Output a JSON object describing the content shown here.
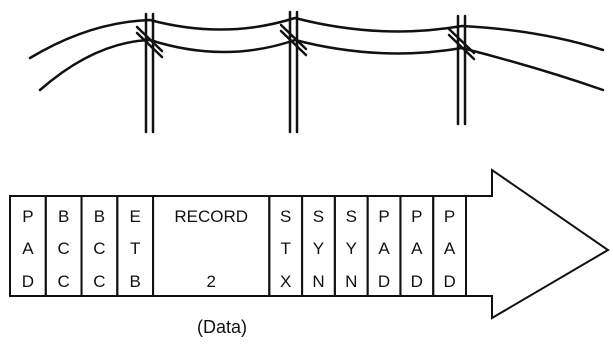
{
  "frame_fields": [
    {
      "id": "pad-1",
      "lines": [
        "P",
        "A",
        "D"
      ]
    },
    {
      "id": "bcc-1",
      "lines": [
        "B",
        "C",
        "C"
      ]
    },
    {
      "id": "bcc-2",
      "lines": [
        "B",
        "C",
        "C"
      ]
    },
    {
      "id": "etb",
      "lines": [
        "E",
        "T",
        "B"
      ]
    },
    {
      "id": "record-2",
      "lines": [
        "RECORD",
        "",
        "2"
      ]
    },
    {
      "id": "stx",
      "lines": [
        "S",
        "T",
        "X"
      ]
    },
    {
      "id": "syn-1",
      "lines": [
        "S",
        "Y",
        "N"
      ]
    },
    {
      "id": "syn-2",
      "lines": [
        "S",
        "Y",
        "N"
      ]
    },
    {
      "id": "pad-2",
      "lines": [
        "P",
        "A",
        "D"
      ]
    },
    {
      "id": "pad-3",
      "lines": [
        "P",
        "A",
        "D"
      ]
    },
    {
      "id": "pad-4",
      "lines": [
        "P",
        "A",
        "D"
      ]
    }
  ],
  "data_caption": "(Data)",
  "colors": {
    "ink": "#111111",
    "background": "#ffffff"
  }
}
